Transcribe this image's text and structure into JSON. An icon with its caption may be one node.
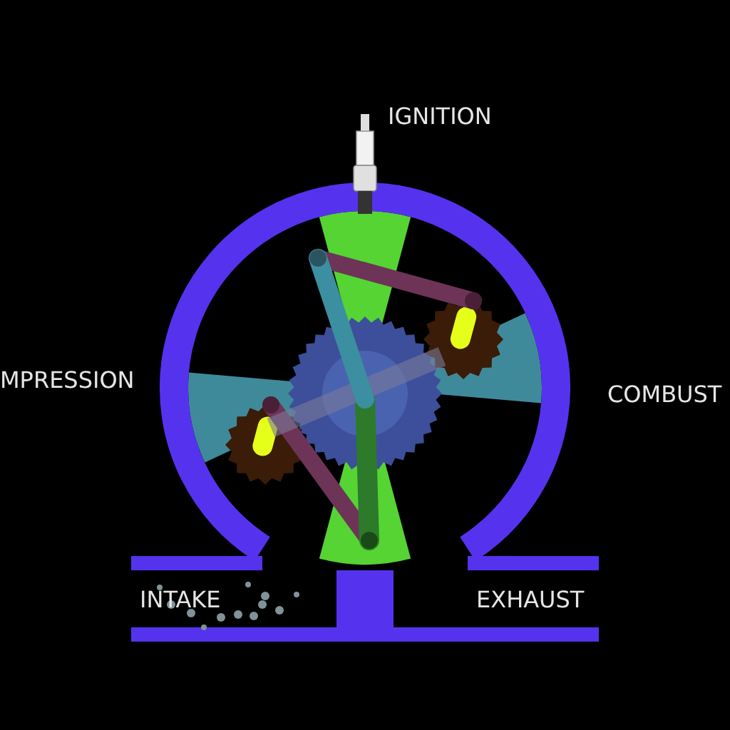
{
  "diagram": {
    "labels": [
      "IGNITION",
      "MPRESSION",
      "COMBUST",
      "INTAKE",
      "EXHAUST"
    ]
  }
}
